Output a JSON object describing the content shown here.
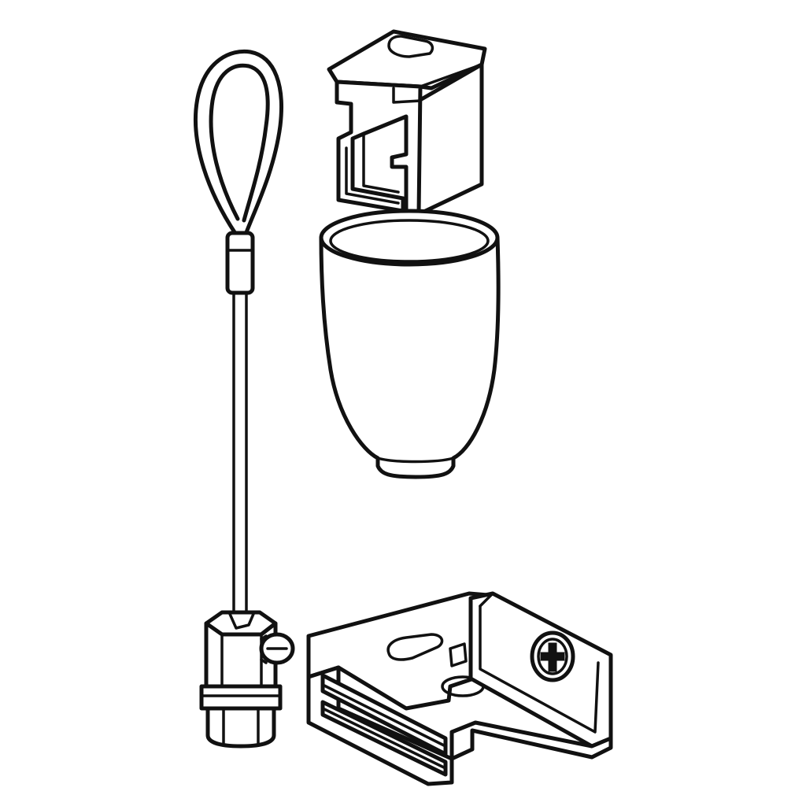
{
  "figure": {
    "background_color": "#ffffff",
    "line_color": "#111111",
    "parts": [
      {
        "id": "wire-suspension",
        "icon": "wire-loop-suspension-icon"
      },
      {
        "id": "track-clip",
        "icon": "track-clip-icon"
      },
      {
        "id": "canopy-cup",
        "icon": "canopy-cup-icon"
      },
      {
        "id": "track-bracket",
        "icon": "track-bracket-with-screw-icon"
      }
    ]
  }
}
